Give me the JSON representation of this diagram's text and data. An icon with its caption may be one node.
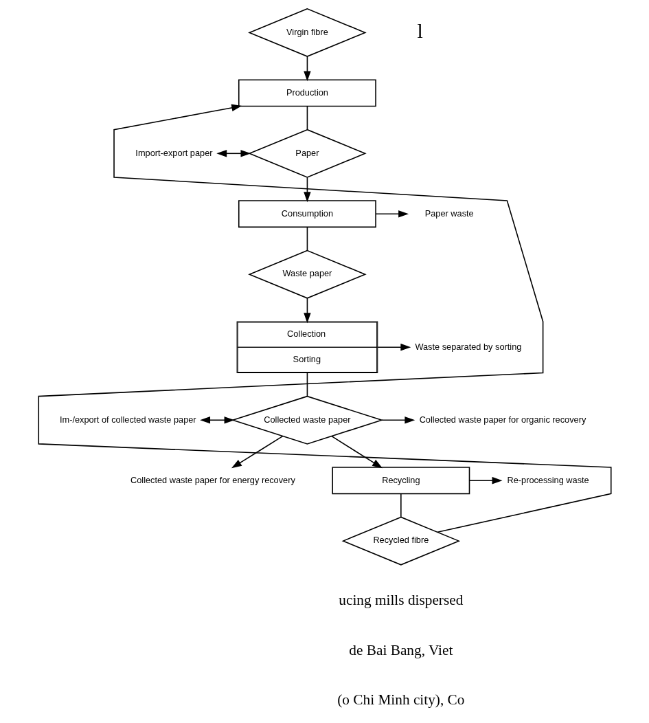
{
  "diagram": {
    "nodes": [
      {
        "text": [
          "Virgin fibre"
        ]
      },
      {
        "text": [
          "Production"
        ]
      },
      {
        "text": [
          "Import-export paper"
        ]
      },
      {
        "text": [
          "Paper"
        ]
      },
      {
        "text": [
          "Paper waste"
        ]
      },
      {
        "text": [
          "Consumption"
        ]
      },
      {
        "text": [
          "Waste paper"
        ]
      },
      {
        "text": [
          "Collection",
          "Sorting"
        ]
      },
      {
        "text": [
          "Waste separated by sorting"
        ]
      },
      {
        "text": [
          "Im-/export of collected waste paper"
        ]
      },
      {
        "text": [
          "Collected waste paper"
        ]
      },
      {
        "text": [
          "Collected waste paper for organic recovery"
        ]
      },
      {
        "text": [
          "Collected waste paper for energy recovery"
        ]
      },
      {
        "text": [
          "Re-processing waste"
        ]
      },
      {
        "text": [
          "Recycling"
        ]
      },
      {
        "text": [
          "Recycled fibre"
        ]
      }
    ],
    "edges": [
      {
        "from": 0,
        "to": 1,
        "arrow": "to"
      },
      {
        "from": 1,
        "to": 3,
        "arrow": "none"
      },
      {
        "from": 2,
        "to": 3,
        "arrow": "both"
      },
      {
        "from": 3,
        "to": 5,
        "arrow": "to"
      },
      {
        "from": 5,
        "to": 4,
        "arrow": "to"
      },
      {
        "from": 5,
        "to": 6,
        "arrow": "none"
      },
      {
        "from": 6,
        "to": 7,
        "arrow": "to"
      },
      {
        "from": 7,
        "to": 8,
        "arrow": "to"
      },
      {
        "from": 7,
        "to": 10,
        "arrow": "none"
      },
      {
        "from": 9,
        "to": 10,
        "arrow": "both"
      },
      {
        "from": 10,
        "to": 11,
        "arrow": "to"
      },
      {
        "from": 10,
        "to": 12,
        "arrow": "to"
      },
      {
        "from": 10,
        "to": 14,
        "arrow": "to"
      },
      {
        "from": 14,
        "to": 13,
        "arrow": "to"
      },
      {
        "from": 14,
        "to": 15,
        "arrow": "none"
      },
      {
        "from": 15,
        "to": 1,
        "arrow": "to"
      }
    ],
    "labels": [
      "l",
      "ucing mills dispersed",
      "de Bai Bang, Viet",
      "(o Chi Minh city), Co"
    ]
  }
}
